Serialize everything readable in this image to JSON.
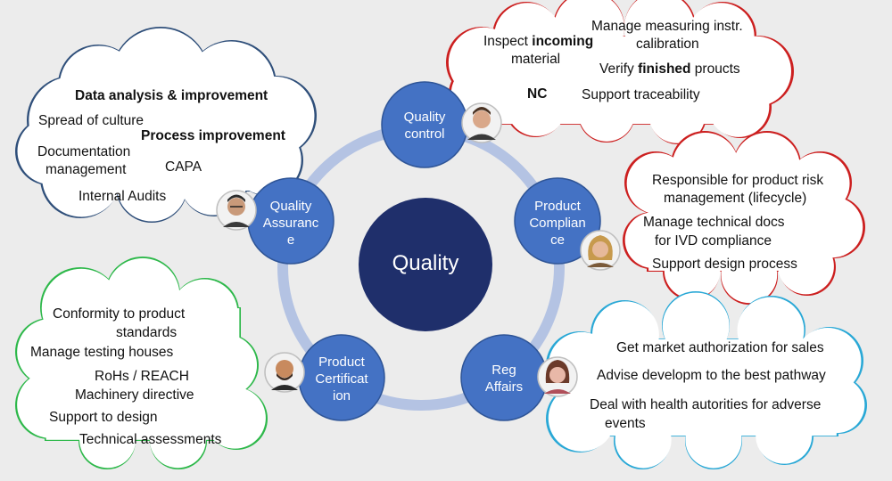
{
  "center": {
    "label": "Quality"
  },
  "nodes": {
    "quality_control": {
      "label": "Quality\ncontrol"
    },
    "product_compliance": {
      "label": "Product\nComplian\nce"
    },
    "reg_affairs": {
      "label": "Reg\nAffairs"
    },
    "product_certification": {
      "label": "Product\nCertificat\nion"
    },
    "quality_assurance": {
      "label": "Quality\nAssuranc\ne"
    }
  },
  "clouds": {
    "quality_assurance": {
      "border_color": "#2f4f7a",
      "items": {
        "data_analysis": "Data analysis & improvement",
        "spread_culture": "Spread of culture",
        "process_improvement": "Process improvement",
        "documentation_1": "Documentation",
        "documentation_2": "management",
        "capa": "CAPA",
        "internal_audits": "Internal Audits"
      }
    },
    "quality_control": {
      "border_color": "#cc1f1f",
      "items": {
        "inspect_pre": "Inspect ",
        "inspect_bold": "incoming",
        "inspect_2": "material",
        "manage_1": "Manage measuring instr.",
        "manage_2": "calibration",
        "verify_pre": "Verify ",
        "verify_bold": "finished",
        "verify_post": " prouct",
        "verify_s": "s",
        "nc": "NC",
        "traceability": "Support traceability"
      }
    },
    "product_compliance": {
      "border_color": "#cc1f1f",
      "items": {
        "risk_1": "Responsible for product risk",
        "risk_2": "management (lifecycle)",
        "docs_1": "Manage technical docs",
        "docs_2": "for IVD compliance",
        "design": "Support design process"
      }
    },
    "reg_affairs": {
      "border_color": "#29a8d6",
      "items": {
        "market": "Get market authorization for sales",
        "advise": "Advise developm to the best pathway",
        "deal_1": "Deal with health autorities for adverse",
        "deal_2": "events"
      }
    },
    "product_certification": {
      "border_color": "#2db84a",
      "items": {
        "conformity_1": "Conformity to product",
        "conformity_2": "standards",
        "testing": "Manage testing houses",
        "rohs": "RoHs / REACH",
        "machinery": "Machinery directive",
        "support_design": "Support to design",
        "technical": "Technical assessments"
      }
    }
  },
  "colors": {
    "node_fill": "#4472c4",
    "node_stroke": "#2f5597",
    "center_fill": "#1f2f6b",
    "ring": "#b4c3e3",
    "background": "#ececec"
  },
  "avatars": {
    "quality_control": "man-short-hair-avatar",
    "product_compliance": "woman-blonde-avatar",
    "reg_affairs": "woman-avatar",
    "product_certification": "man-beard-avatar",
    "quality_assurance": "man-glasses-avatar"
  }
}
